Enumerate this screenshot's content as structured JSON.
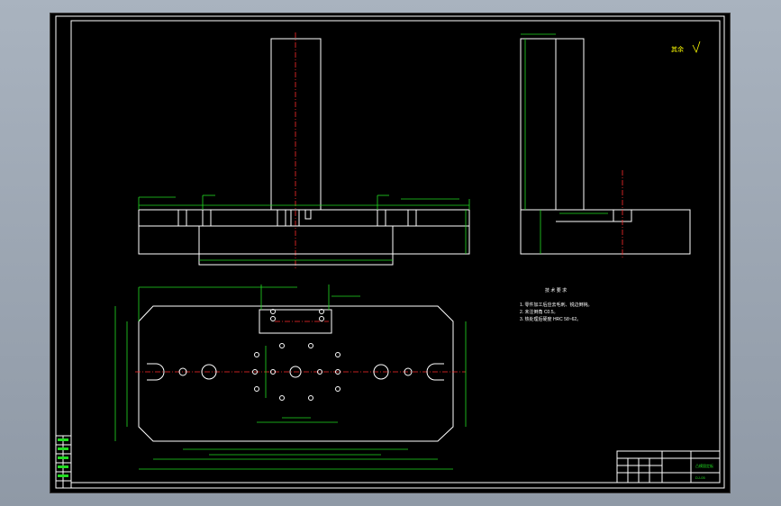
{
  "drawing": {
    "technical_requirements_title": "技 术 要 求",
    "technical_requirements": [
      "1. 零件加工后应去毛刺、锐边倒钝。",
      "2. 未注倒角 C0.5。",
      "3. 热处理后硬度 HRC 58~62。"
    ],
    "roughness_note": "其余",
    "title_block": {
      "part_name": "凸模固定板",
      "drawing_number": "DJ-05"
    },
    "colors": {
      "background": "#000000",
      "outline": "#ffffff",
      "dimension": "#22dd22",
      "centerline": "#ff2b2b",
      "note": "#ffff00"
    }
  }
}
